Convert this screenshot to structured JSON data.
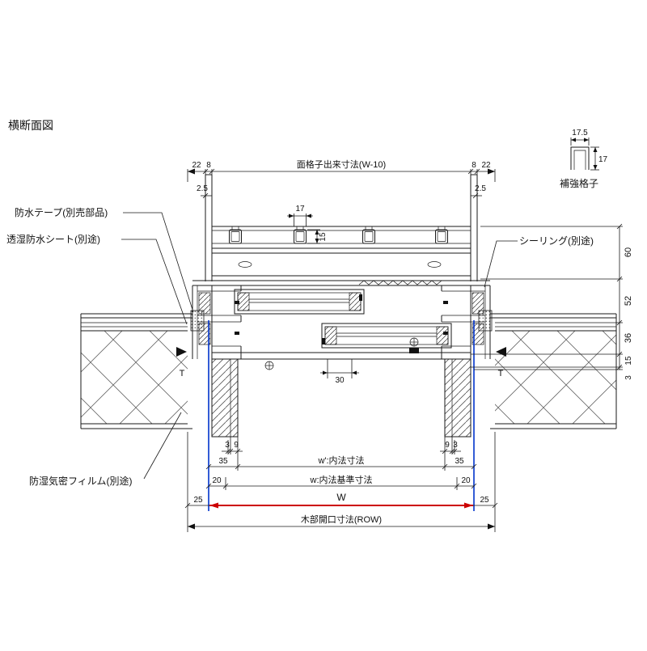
{
  "title": "横断面図",
  "colors": {
    "dimension_red": "#cc0000",
    "reference_blue": "#0033cc"
  },
  "reinforcement_detail": {
    "width": "17.5",
    "height": "17",
    "label": "補強格子"
  },
  "callouts": {
    "waterproof_tape": "防水テープ(別売部品)",
    "breathable_sheet": "透湿防水シート(別途)",
    "sealing": "シーリング(別途)",
    "moisture_film": "防湿気密フィルム(別途)"
  },
  "top_dim": {
    "label": "面格子出来寸法(W-10)",
    "left_22": "22",
    "left_8": "8",
    "right_8": "8",
    "right_22": "22",
    "left_offset": "2.5",
    "right_offset": "2.5"
  },
  "grille": {
    "bar_width": "17",
    "bar_height": "15"
  },
  "right_dims": {
    "d60": "60",
    "d52": "52",
    "d36": "36",
    "d15": "15",
    "d3": "3"
  },
  "marks": {
    "t_left": "T",
    "t_right": "T"
  },
  "sill": {
    "d30": "30"
  },
  "bottom_dims": {
    "left_3": "3",
    "left_9": "9",
    "right_9": "9",
    "right_3": "3",
    "left_35": "35",
    "right_35": "35",
    "w_prime": "w':内法寸法",
    "left_20": "20",
    "right_20": "20",
    "w_base": "w:内法基準寸法",
    "left_25": "25",
    "right_25": "25",
    "w": "W",
    "row": "木部開口寸法(ROW)"
  }
}
